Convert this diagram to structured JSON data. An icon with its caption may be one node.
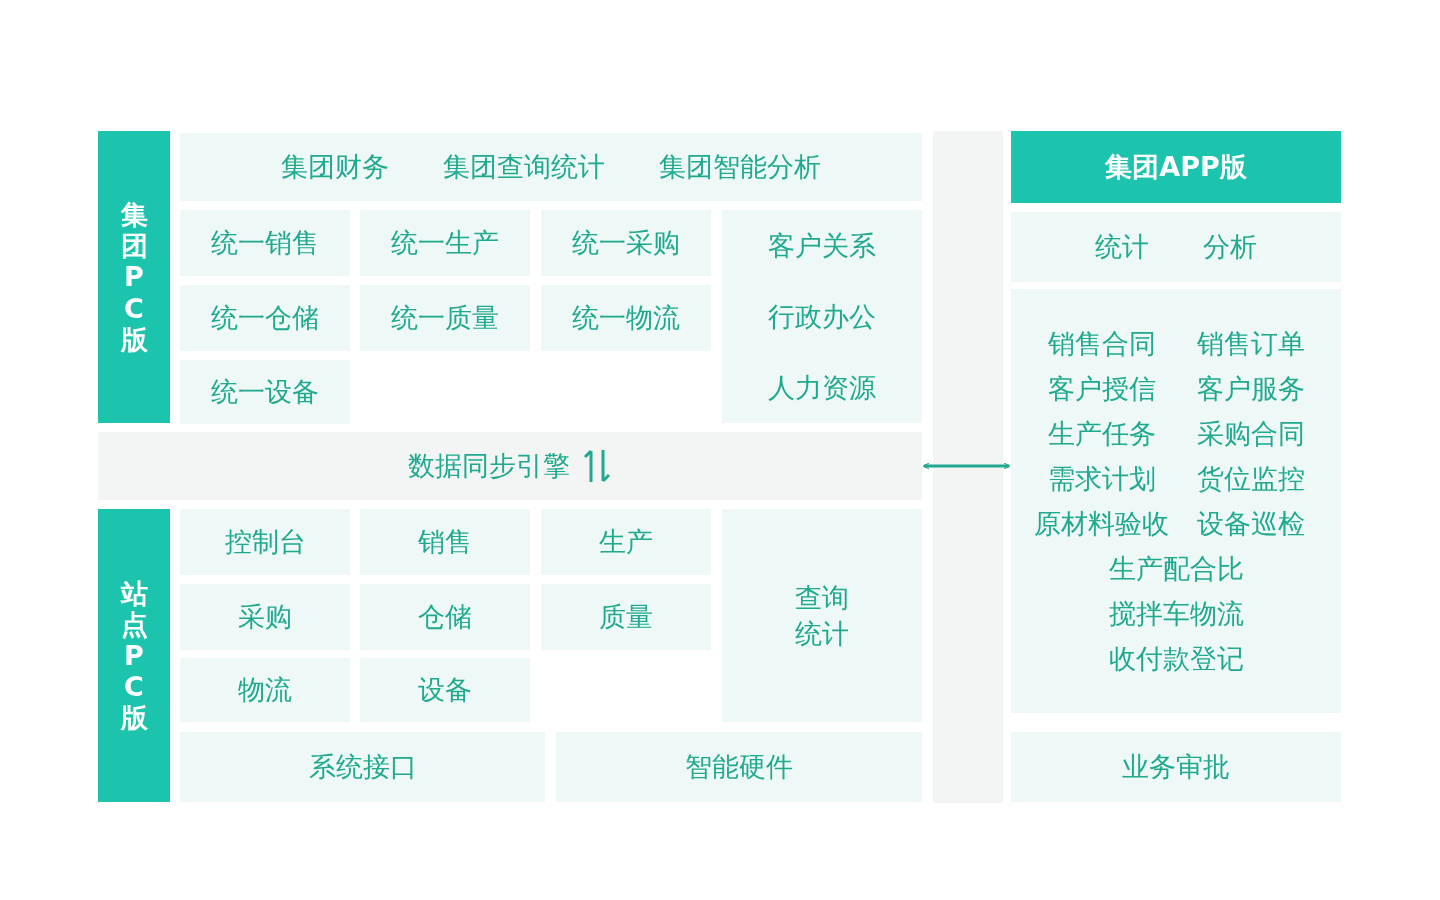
{
  "diagram": {
    "nodes": [
      {
        "text": [
          "集团PC版"
        ]
      },
      {
        "text": [
          "集团财务",
          "集团查询统计",
          "集团智能分析"
        ]
      },
      {
        "text": [
          "统一销售"
        ]
      },
      {
        "text": [
          "统一生产"
        ]
      },
      {
        "text": [
          "统一采购"
        ]
      },
      {
        "text": [
          "客户关系",
          "行政办公",
          "人力资源"
        ]
      },
      {
        "text": [
          "统一仓储"
        ]
      },
      {
        "text": [
          "统一质量"
        ]
      },
      {
        "text": [
          "统一物流"
        ]
      },
      {
        "text": [
          "统一设备"
        ]
      },
      {
        "text": [
          "数据同步引擎"
        ]
      },
      {
        "text": [
          "站点PC版"
        ]
      },
      {
        "text": [
          "控制台"
        ]
      },
      {
        "text": [
          "销售"
        ]
      },
      {
        "text": [
          "生产"
        ]
      },
      {
        "text": [
          "查询统计"
        ]
      },
      {
        "text": [
          "采购"
        ]
      },
      {
        "text": [
          "仓储"
        ]
      },
      {
        "text": [
          "质量"
        ]
      },
      {
        "text": [
          "物流"
        ]
      },
      {
        "text": [
          "设备"
        ]
      },
      {
        "text": [
          "系统接口"
        ]
      },
      {
        "text": [
          "智能硬件"
        ]
      },
      {
        "text": [
          "集团APP版"
        ]
      },
      {
        "text": [
          "统计",
          "分析"
        ]
      },
      {
        "text": [
          "销售合同",
          "销售订单",
          "客户授信",
          "客户服务",
          "生产任务",
          "采购合同",
          "需求计划",
          "货位监控",
          "原材料验收",
          "设备巡检",
          "生产配合比",
          "搅拌车物流",
          "收付款登记"
        ]
      },
      {
        "text": [
          "业务审批"
        ]
      }
    ],
    "edges": [
      {
        "from": 10,
        "to": 25,
        "arrow": "both"
      }
    ]
  }
}
